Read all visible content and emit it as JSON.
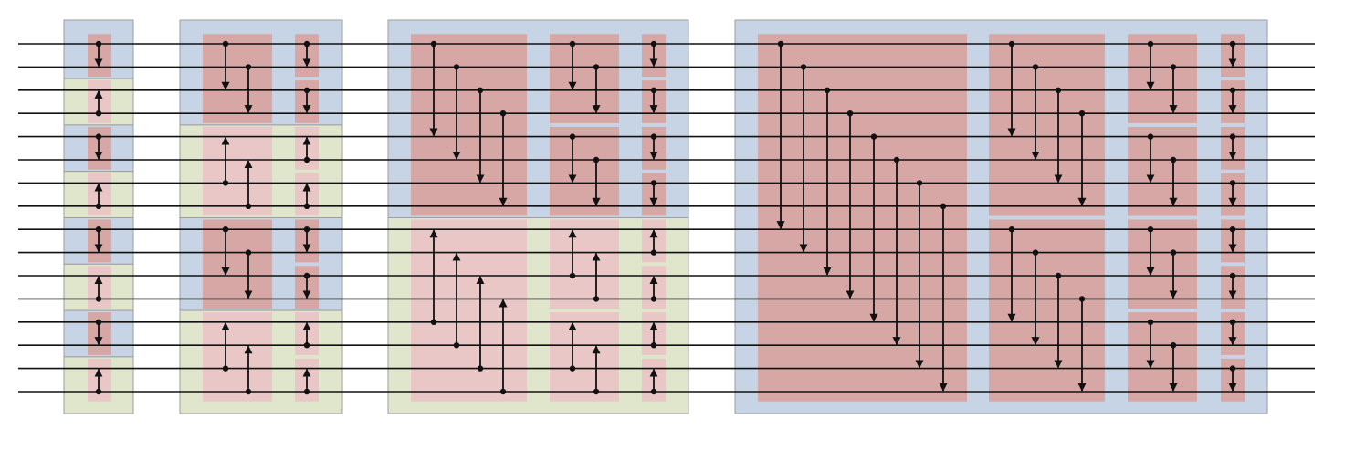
{
  "diagram": {
    "type": "bitonic-sorting-network",
    "wire_count": 16,
    "colors": {
      "background": "#ffffff",
      "wire": "#111111",
      "comparator": "#111111",
      "block_descending": "#c6d4e6",
      "block_ascending": "#dfe6cb",
      "inner_descending": "#d7a7a5",
      "inner_ascending": "#e8c7c6",
      "block_border": "#9e9e9e"
    },
    "stages": [
      {
        "merge_size": 2,
        "groups": [
          {
            "direction": "down",
            "comparators": [
              [
                0,
                1
              ]
            ]
          },
          {
            "direction": "up",
            "comparators": [
              [
                2,
                3
              ]
            ]
          },
          {
            "direction": "down",
            "comparators": [
              [
                4,
                5
              ]
            ]
          },
          {
            "direction": "up",
            "comparators": [
              [
                6,
                7
              ]
            ]
          },
          {
            "direction": "down",
            "comparators": [
              [
                8,
                9
              ]
            ]
          },
          {
            "direction": "up",
            "comparators": [
              [
                10,
                11
              ]
            ]
          },
          {
            "direction": "down",
            "comparators": [
              [
                12,
                13
              ]
            ]
          },
          {
            "direction": "up",
            "comparators": [
              [
                14,
                15
              ]
            ]
          }
        ]
      },
      {
        "merge_size": 4,
        "groups": [
          {
            "direction": "down",
            "steps": [
              [
                [
                  0,
                  2
                ],
                [
                  1,
                  3
                ]
              ],
              [
                [
                  0,
                  1
                ],
                [
                  2,
                  3
                ]
              ]
            ]
          },
          {
            "direction": "up",
            "steps": [
              [
                [
                  4,
                  6
                ],
                [
                  5,
                  7
                ]
              ],
              [
                [
                  4,
                  5
                ],
                [
                  6,
                  7
                ]
              ]
            ]
          },
          {
            "direction": "down",
            "steps": [
              [
                [
                  8,
                  10
                ],
                [
                  9,
                  11
                ]
              ],
              [
                [
                  8,
                  9
                ],
                [
                  10,
                  11
                ]
              ]
            ]
          },
          {
            "direction": "up",
            "steps": [
              [
                [
                  12,
                  14
                ],
                [
                  13,
                  15
                ]
              ],
              [
                [
                  12,
                  13
                ],
                [
                  14,
                  15
                ]
              ]
            ]
          }
        ]
      },
      {
        "merge_size": 8,
        "groups": [
          {
            "direction": "down",
            "steps": [
              [
                [
                  0,
                  4
                ],
                [
                  1,
                  5
                ],
                [
                  2,
                  6
                ],
                [
                  3,
                  7
                ]
              ],
              [
                [
                  0,
                  2
                ],
                [
                  1,
                  3
                ],
                [
                  4,
                  6
                ],
                [
                  5,
                  7
                ]
              ],
              [
                [
                  0,
                  1
                ],
                [
                  2,
                  3
                ],
                [
                  4,
                  5
                ],
                [
                  6,
                  7
                ]
              ]
            ]
          },
          {
            "direction": "up",
            "steps": [
              [
                [
                  8,
                  12
                ],
                [
                  9,
                  13
                ],
                [
                  10,
                  14
                ],
                [
                  11,
                  15
                ]
              ],
              [
                [
                  8,
                  10
                ],
                [
                  9,
                  11
                ],
                [
                  12,
                  14
                ],
                [
                  13,
                  15
                ]
              ],
              [
                [
                  8,
                  9
                ],
                [
                  10,
                  11
                ],
                [
                  12,
                  13
                ],
                [
                  14,
                  15
                ]
              ]
            ]
          }
        ]
      },
      {
        "merge_size": 16,
        "groups": [
          {
            "direction": "down",
            "steps": [
              [
                [
                  0,
                  8
                ],
                [
                  1,
                  9
                ],
                [
                  2,
                  10
                ],
                [
                  3,
                  11
                ],
                [
                  4,
                  12
                ],
                [
                  5,
                  13
                ],
                [
                  6,
                  14
                ],
                [
                  7,
                  15
                ]
              ],
              [
                [
                  0,
                  4
                ],
                [
                  1,
                  5
                ],
                [
                  2,
                  6
                ],
                [
                  3,
                  7
                ],
                [
                  8,
                  12
                ],
                [
                  9,
                  13
                ],
                [
                  10,
                  14
                ],
                [
                  11,
                  15
                ]
              ],
              [
                [
                  0,
                  2
                ],
                [
                  1,
                  3
                ],
                [
                  4,
                  6
                ],
                [
                  5,
                  7
                ],
                [
                  8,
                  10
                ],
                [
                  9,
                  11
                ],
                [
                  12,
                  14
                ],
                [
                  13,
                  15
                ]
              ],
              [
                [
                  0,
                  1
                ],
                [
                  2,
                  3
                ],
                [
                  4,
                  5
                ],
                [
                  6,
                  7
                ],
                [
                  8,
                  9
                ],
                [
                  10,
                  11
                ],
                [
                  12,
                  13
                ],
                [
                  14,
                  15
                ]
              ]
            ]
          }
        ]
      }
    ]
  }
}
